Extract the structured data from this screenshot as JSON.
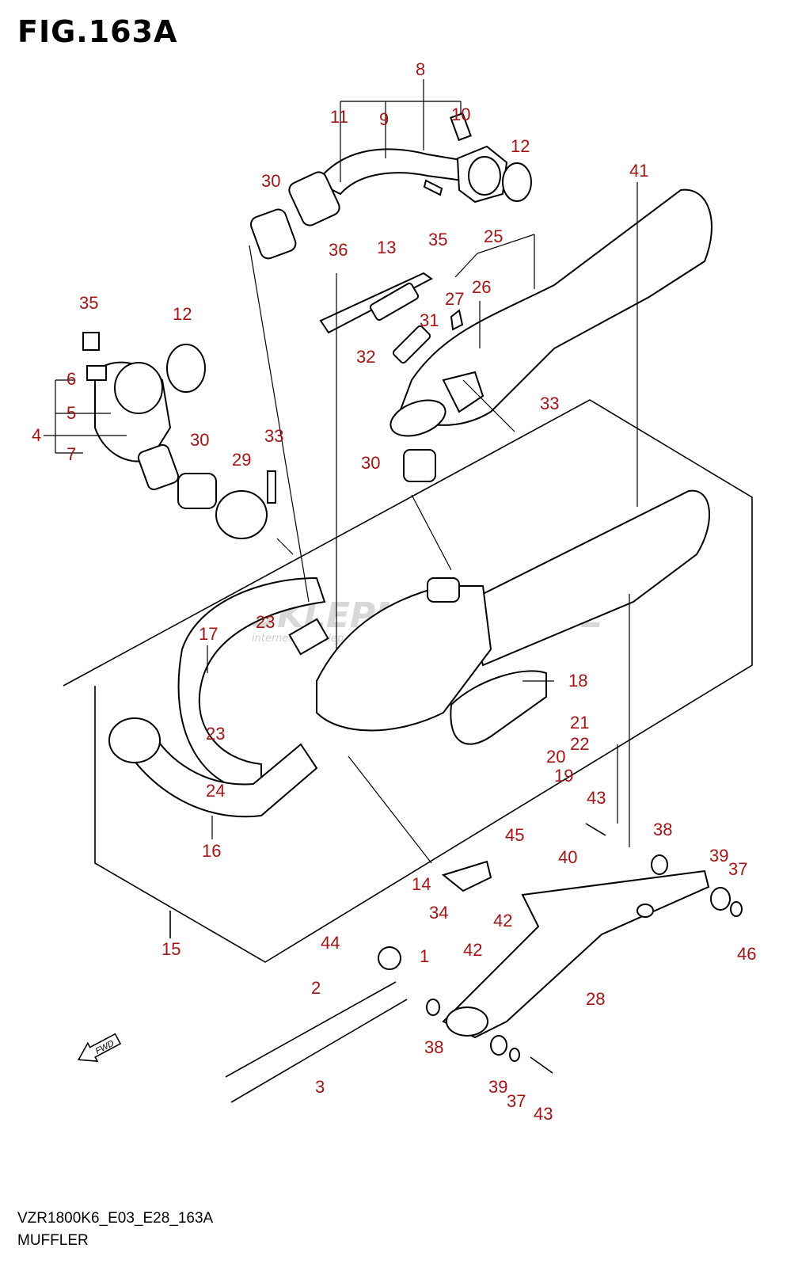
{
  "figure": {
    "title": "FIG.163A",
    "code": "VZR1800K6_E03_E28_163A",
    "name": "MUFFLER",
    "fwd_label": "FWD"
  },
  "watermark": {
    "brand": "SKLEPMOTO24.PL",
    "tagline": "internetowy sklep motocyklowy"
  },
  "callouts": [
    "8",
    "11",
    "9",
    "10",
    "12",
    "30",
    "41",
    "36",
    "13",
    "35",
    "25",
    "27",
    "26",
    "35",
    "12",
    "31",
    "32",
    "33",
    "6",
    "5",
    "4",
    "7",
    "30",
    "29",
    "33",
    "30",
    "23",
    "17",
    "18",
    "21",
    "22",
    "23",
    "20",
    "19",
    "24",
    "16",
    "43",
    "38",
    "45",
    "40",
    "39",
    "37",
    "14",
    "34",
    "42",
    "15",
    "44",
    "1",
    "42",
    "28",
    "2",
    "46",
    "38",
    "39",
    "37",
    "43",
    "3"
  ]
}
